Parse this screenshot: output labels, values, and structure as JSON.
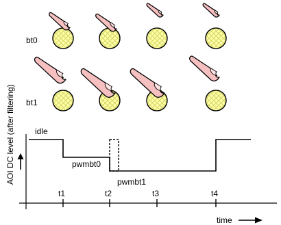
{
  "rows": [
    {
      "label": "bt0",
      "icon": "finger-touch-icon"
    },
    {
      "label": "bt1",
      "icon": "finger-touch-icon"
    }
  ],
  "chart_data": {
    "type": "line",
    "title": "",
    "xlabel": "time",
    "ylabel": "AOI DC level (after filtering)",
    "ticks": [
      "t1",
      "t2",
      "t3",
      "t4"
    ],
    "annotations": [
      "idle",
      "pwmbt0",
      "pwmbt1"
    ]
  },
  "colors": {
    "finger_fill": "#f6c0c0",
    "button_fill": "#ffffa8",
    "grid_line": "#d6d66a",
    "line": "#000000"
  }
}
